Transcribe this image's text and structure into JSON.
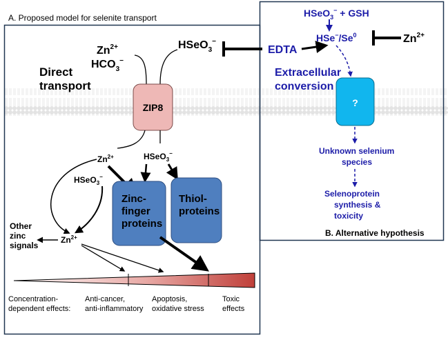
{
  "panel_a": {
    "title": "A. Proposed model for selenite transport",
    "direct_transport": [
      "Direct",
      "transport"
    ],
    "zn_top": "Zn",
    "zn_top_sup": "2+",
    "hco3": "HCO",
    "hco3_sub": "3",
    "hco3_sup": "−",
    "hseo3_top": "HSeO",
    "hseo3_top_sub": "3",
    "hseo3_top_sup": "−",
    "zip8": "ZIP8",
    "zn_out": "Zn",
    "zn_out_sup": "2+",
    "hseo3_out": "HSeO",
    "hseo3_out_sub": "3",
    "hseo3_out_sup": "−",
    "hseo3_left": "HSeO",
    "hseo3_left_sub": "3",
    "hseo3_left_sup": "−",
    "zinc_finger": [
      "Zinc-",
      "finger",
      "proteins"
    ],
    "thiol": [
      "Thiol-",
      "proteins"
    ],
    "other_zinc": [
      "Other",
      "zinc",
      "signals"
    ],
    "zn_bottom": "Zn",
    "zn_bottom_sup": "2+",
    "effects": {
      "concentration": [
        "Concentration-",
        "dependent effects:"
      ],
      "anticancer": [
        "Anti-cancer,",
        "anti-inflammatory"
      ],
      "apoptosis": [
        "Apoptosis,",
        "oxidative stress"
      ],
      "toxic": [
        "Toxic",
        "effects"
      ]
    }
  },
  "panel_b": {
    "top": "HSeO",
    "top_sub": "3",
    "top_sup": "−",
    "top_rest": " + GSH",
    "hse": "HSe",
    "hse_sup": "−",
    "se": "/Se",
    "se_sup": "0",
    "zn": "Zn",
    "zn_sup": "2+",
    "edta": "EDTA",
    "extracellular": [
      "Extracellular",
      "conversion"
    ],
    "question": "?",
    "unknown": [
      "Unknown selenium",
      "species"
    ],
    "selenoprotein": [
      "Selenoprotein",
      "synthesis &",
      "toxicity"
    ],
    "title": "B. Alternative hypothesis"
  },
  "colors": {
    "zip8_fill": "#eeb8b6",
    "protein_fill": "#4f7fbf",
    "unknown_box": "#11b6ee",
    "blue_text": "#1c1ca8",
    "gradient_start": "#ffffff",
    "gradient_end": "#c33"
  }
}
